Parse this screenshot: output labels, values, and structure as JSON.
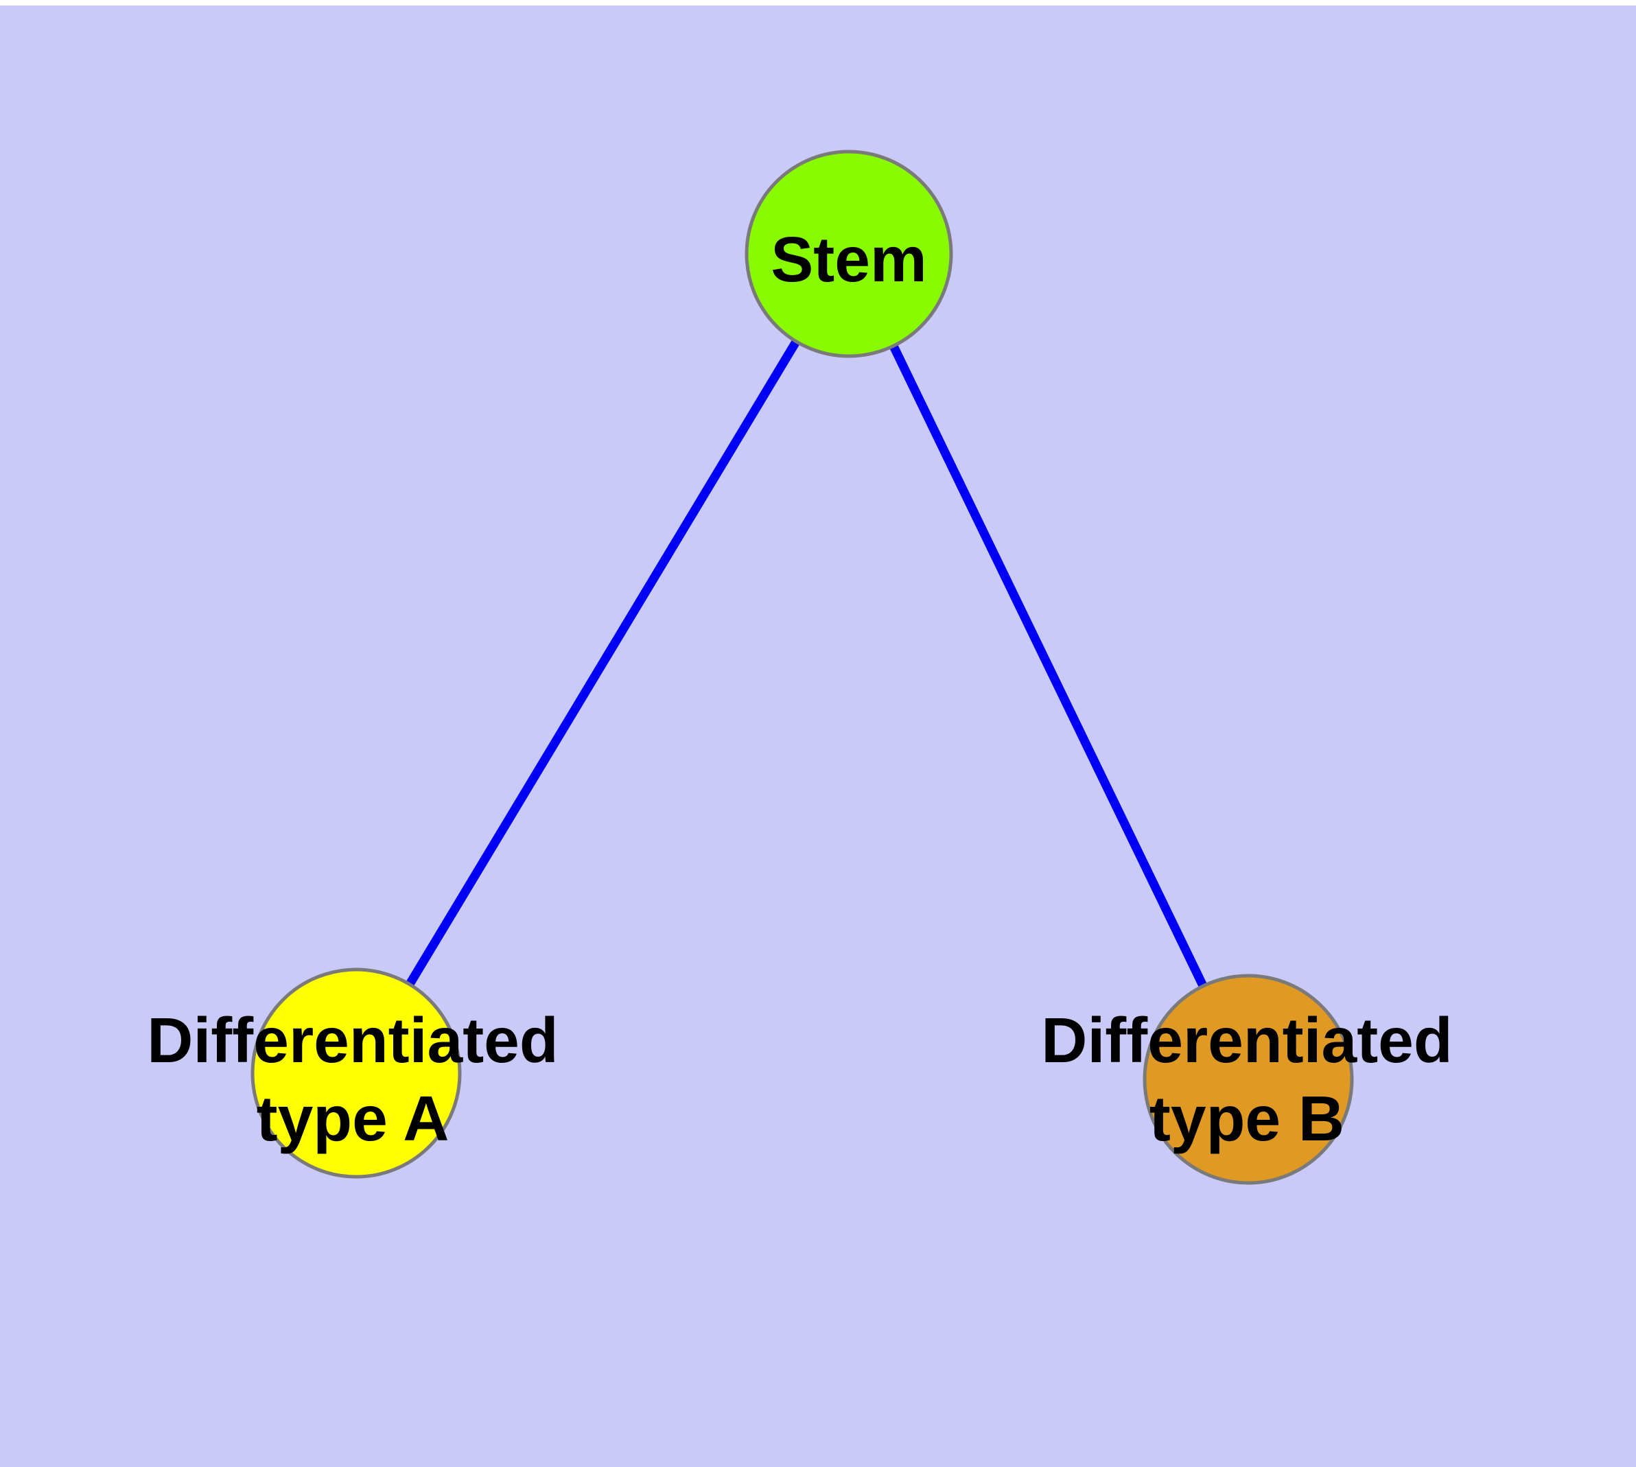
{
  "diagram": {
    "background_color": "#CACAF8",
    "top_strip_color": "#FFFFFF",
    "edge_color": "#0000F5",
    "node_border_color": "#7A7A7A",
    "label_color": "#000000",
    "nodes": {
      "stem": {
        "label": "Stem",
        "fill": "#89FB00"
      },
      "type_a": {
        "label_line1": "Differentiated",
        "label_line2": "type A",
        "fill": "#FFFF00"
      },
      "type_b": {
        "label_line1": "Differentiated",
        "label_line2": "type B",
        "fill": "#E09A24"
      }
    },
    "edges": [
      {
        "from": "Stem",
        "to": "Differentiated type A"
      },
      {
        "from": "Stem",
        "to": "Differentiated type B"
      }
    ]
  }
}
